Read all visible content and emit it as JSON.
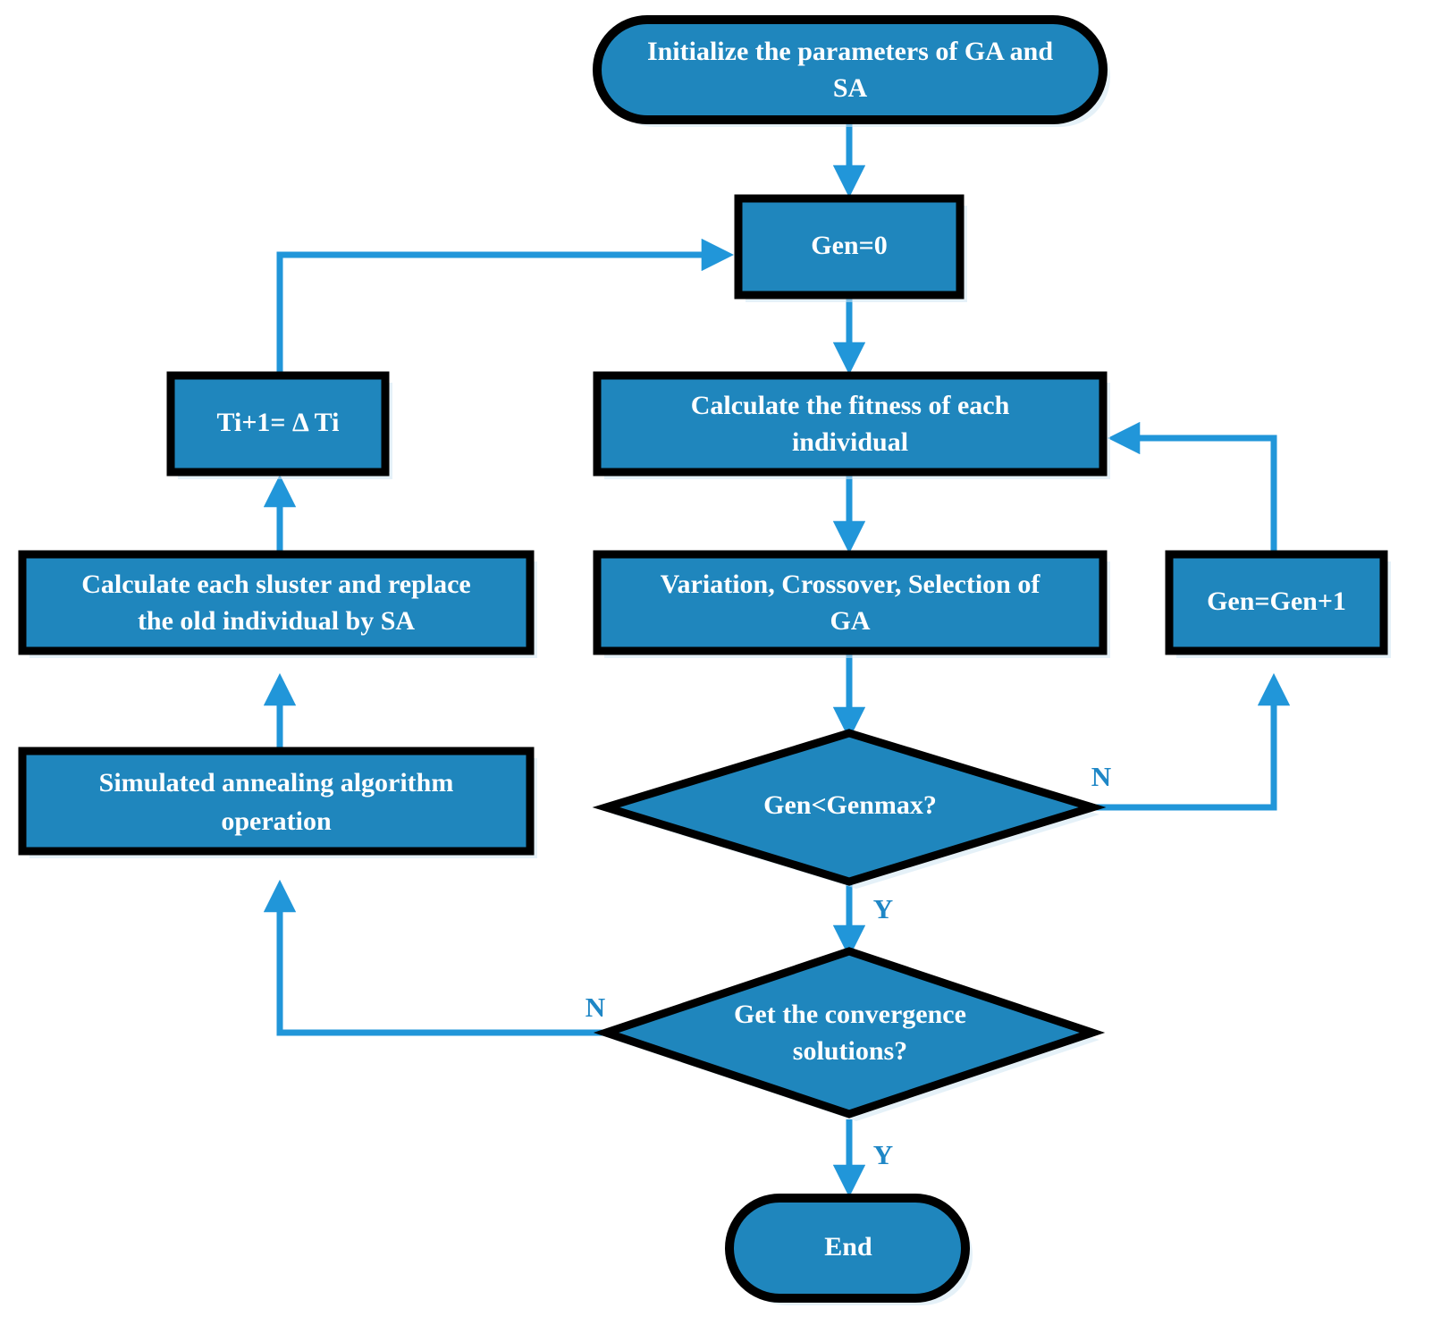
{
  "diagram": {
    "title": "GA-SA hybrid algorithm flowchart",
    "colors": {
      "node_fill": "#1f86bd",
      "node_border": "#000000",
      "node_text": "#ffffff",
      "connector": "#2196d9",
      "edge_label": "#1f87c6",
      "background": "#ffffff"
    },
    "nodes": [
      {
        "id": "start",
        "shape": "rounded",
        "label_line1": "Initialize the parameters of GA and",
        "label_line2": "SA"
      },
      {
        "id": "gen0",
        "shape": "rectangle",
        "label_line1": "Gen=0",
        "label_line2": ""
      },
      {
        "id": "fitness",
        "shape": "rectangle",
        "label_line1": "Calculate the fitness of each",
        "label_line2": "individual"
      },
      {
        "id": "ga_ops",
        "shape": "rectangle",
        "label_line1": "Variation, Crossover, Selection of",
        "label_line2": "GA"
      },
      {
        "id": "gen_inc",
        "shape": "rectangle",
        "label_line1": "Gen=Gen+1",
        "label_line2": ""
      },
      {
        "id": "temp_update",
        "shape": "rectangle",
        "label_line1": "Ti+1= Δ Ti",
        "label_line2": ""
      },
      {
        "id": "cluster_sa",
        "shape": "rectangle",
        "label_line1": "Calculate each sluster and replace",
        "label_line2": "the old individual by SA"
      },
      {
        "id": "sa_operation",
        "shape": "rectangle",
        "label_line1": "Simulated annealing algorithm",
        "label_line2": "operation"
      },
      {
        "id": "genmax",
        "shape": "diamond",
        "label_line1": "Gen<Genmax?",
        "label_line2": ""
      },
      {
        "id": "converge",
        "shape": "diamond",
        "label_line1": "Get the convergence",
        "label_line2": "solutions?"
      },
      {
        "id": "end",
        "shape": "rounded",
        "label_line1": "End",
        "label_line2": ""
      }
    ],
    "edge_labels": [
      {
        "id": "genmax-no",
        "text": "N"
      },
      {
        "id": "genmax-yes",
        "text": "Y"
      },
      {
        "id": "converge-no",
        "text": "N"
      },
      {
        "id": "converge-yes",
        "text": "Y"
      }
    ]
  }
}
